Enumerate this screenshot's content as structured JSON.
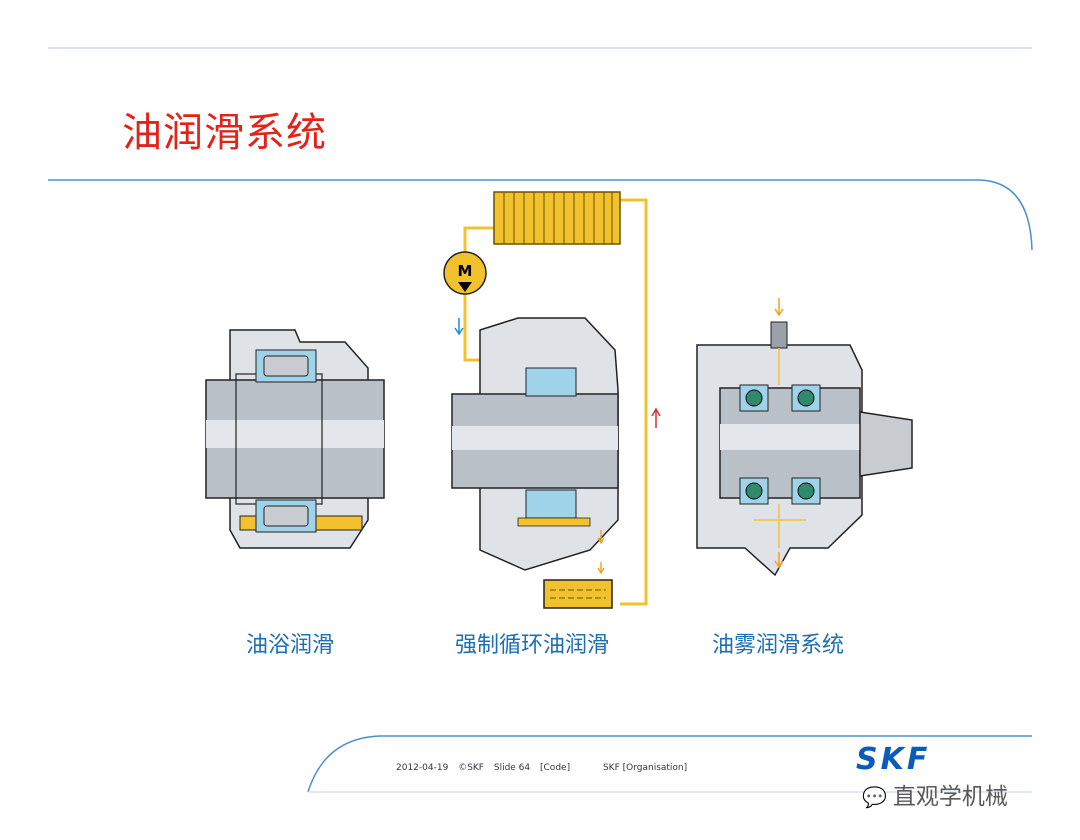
{
  "title": "油润滑系统",
  "diagrams": [
    {
      "caption": "油浴润滑"
    },
    {
      "caption": "强制循环油润滑",
      "pump_label": "M"
    },
    {
      "caption": "油雾润滑系统"
    }
  ],
  "footer": {
    "date": "2012-04-19",
    "copyright": "©SKF",
    "slide": "Slide 64",
    "code": "[Code]",
    "org": "SKF [Organisation]"
  },
  "logo_text": "SKF",
  "watermark": "直观学机械",
  "colors": {
    "title": "#e2231a",
    "caption": "#1b6fb3",
    "rule": "#4a90d0",
    "oil": "#f2c12e",
    "housing": "#dfe3e8",
    "shaft": "#b9c0c7",
    "bearing": "#9fd3ea",
    "logo": "#0a5cb8"
  }
}
